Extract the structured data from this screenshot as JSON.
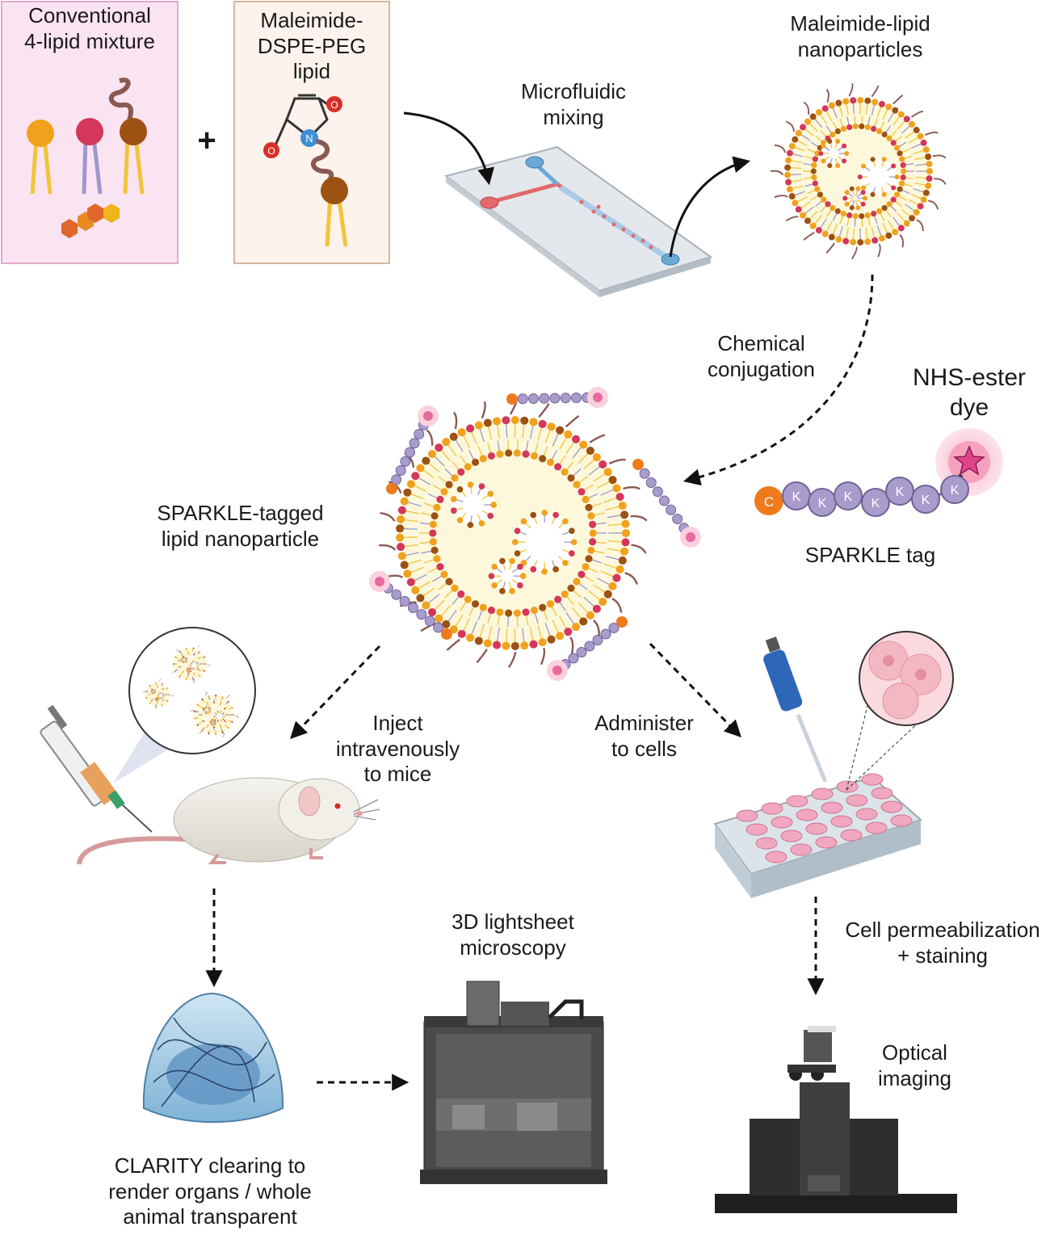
{
  "labels": {
    "conventional": [
      "Conventional",
      "4-lipid mixture"
    ],
    "maleimide_lipid": [
      "Maleimide-",
      "DSPE-PEG",
      "lipid"
    ],
    "plus": "+",
    "microfluidic": [
      "Microfluidic",
      "mixing"
    ],
    "maleimide_np": [
      "Maleimide-lipid",
      "nanoparticles"
    ],
    "chemical": [
      "Chemical",
      "conjugation"
    ],
    "nhs": [
      "NHS-ester",
      "dye"
    ],
    "sparkle_np": [
      "SPARKLE-tagged",
      "lipid nanoparticle"
    ],
    "sparkle_tag": "SPARKLE tag",
    "inject": [
      "Inject",
      "intravenously",
      "to mice"
    ],
    "administer": [
      "Administer",
      "to cells"
    ],
    "lightsheet": [
      "3D lightsheet",
      "microscopy"
    ],
    "permeabilization": [
      "Cell permeabilization",
      "+ staining"
    ],
    "optical": [
      "Optical",
      "imaging"
    ],
    "clarity": [
      "CLARITY clearing to",
      "render organs / whole",
      "animal transparent"
    ]
  },
  "chem": {
    "o": "O",
    "n": "N",
    "c": "C",
    "k": "K"
  },
  "colors": {
    "pink_box": "#fbe4f1",
    "pink_border": "#e3a9cd",
    "beige_box": "#fdf3ec",
    "beige_border": "#d9b49c",
    "lipid_orange": "#f0a21c",
    "lipid_red": "#d4375a",
    "lipid_brown": "#9c5212",
    "peg": "#8a5a52",
    "tag_purple": "#a99ccc",
    "tag_orange": "#ee7a1c",
    "dye_pink": "#e86aa0",
    "np_fill": "#fdf8dc"
  }
}
